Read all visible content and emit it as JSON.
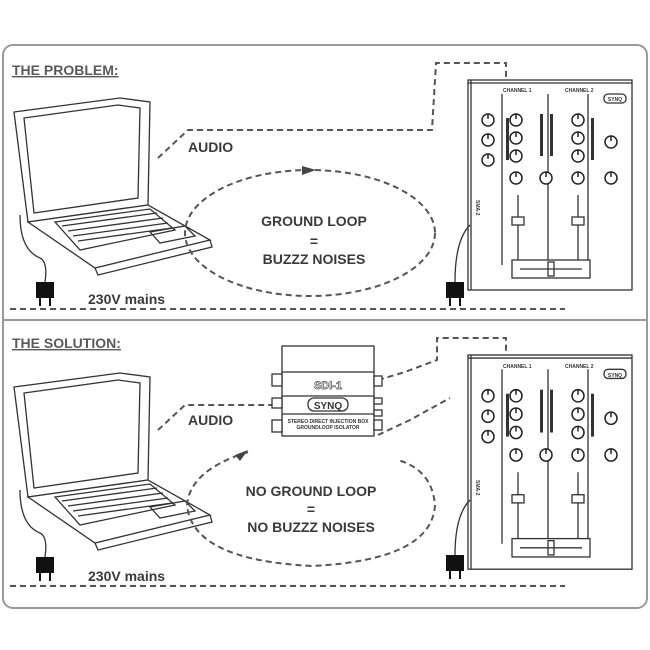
{
  "problem": {
    "heading": "THE PROBLEM:",
    "audio_label": "AUDIO",
    "loop_line1": "GROUND LOOP",
    "loop_eq": "=",
    "loop_line2": "BUZZZ NOISES",
    "mains_label": "230V mains"
  },
  "solution": {
    "heading": "THE SOLUTION:",
    "audio_label": "AUDIO",
    "loop_line1": "NO GROUND LOOP",
    "loop_eq": "=",
    "loop_line2": "NO BUZZZ NOISES",
    "mains_label": "230V mains"
  },
  "isolator": {
    "model": "SDI-1",
    "brand": "SYNQ",
    "desc_line1": "STEREO DIRECT INJECTION BOX",
    "desc_line2": "GROUNDLOOP ISOLATOR"
  },
  "mixer": {
    "brand": "SYNQ",
    "model": "SMA-2",
    "channel1": "CHANNEL 1",
    "channel2": "CHANNEL 2"
  },
  "colors": {
    "frame": "#9a9a9a",
    "text": "#3a3a3a",
    "line": "#555555"
  }
}
